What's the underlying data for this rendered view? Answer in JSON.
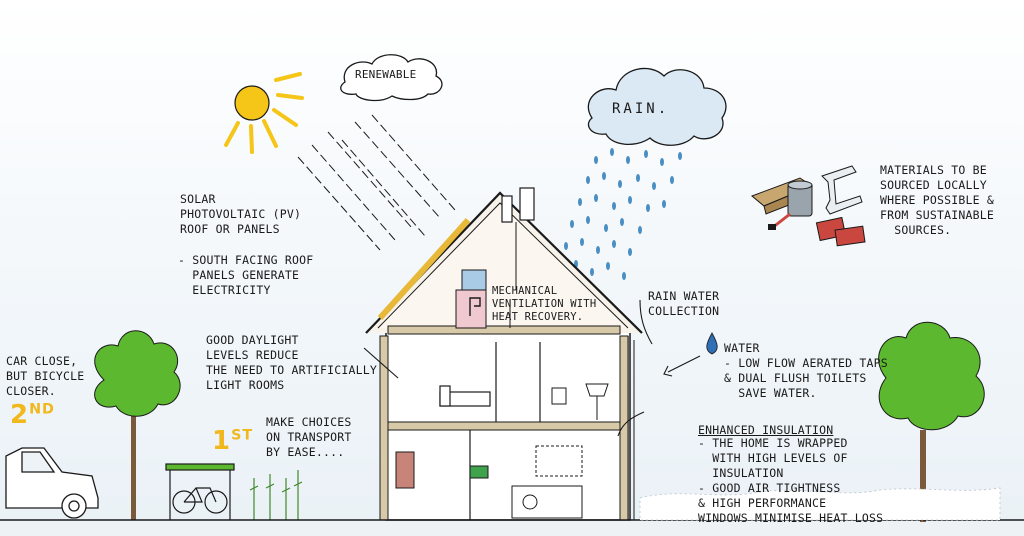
{
  "labels": {
    "renewable": "RENEWABLE",
    "rain": "RAIN.",
    "solar": "SOLAR\nPHOTOVOLTAIC (PV)\nROOF OR PANELS",
    "south": "- SOUTH FACING ROOF\n  PANELS GENERATE\n  ELECTRICITY",
    "mvhr": "MECHANICAL\nVENTILATION WITH\nHEAT RECOVERY.",
    "rainwater": "RAIN WATER\nCOLLECTION",
    "materials": "MATERIALS TO BE\nSOURCED LOCALLY\nWHERE POSSIBLE &\nFROM SUSTAINABLE\n  SOURCES.",
    "daylight": "GOOD DAYLIGHT\nLEVELS REDUCE\nTHE NEED TO ARTIFICIALLY\nLIGHT ROOMS",
    "car_close": "CAR CLOSE,\nBUT BICYCLE\nCLOSER.",
    "transport": "MAKE CHOICES\nON TRANSPORT\nBY EASE....",
    "water_title": "WATER",
    "water_text": "- LOW FLOW AERATED TAPS\n& DUAL FLUSH TOILETS\n  SAVE WATER.",
    "insulation_title": "ENHANCED INSULATION",
    "insulation_text": "- THE HOME IS WRAPPED\n  WITH HIGH LEVELS OF\n  INSULATION\n- GOOD AIR TIGHTNESS\n& HIGH PERFORMANCE\nWINDOWS MINIMISE HEAT LOSS"
  },
  "ranks": {
    "second": "2",
    "second_suffix": "ND",
    "first": "1",
    "first_suffix": "ST"
  },
  "colors": {
    "sun": "#f5c518",
    "tree": "#5cb82e",
    "pv_panel": "#e8b838",
    "rain": "#4a8fc4",
    "cloud": "#dbe9f5",
    "water_drop": "#2f6fb5",
    "mvhr_pink": "#f0c8cf",
    "mvhr_blue": "#a9cbe6",
    "brick": "#c9473f",
    "timber": "#c8a66f",
    "ink": "#1a1a1a"
  }
}
